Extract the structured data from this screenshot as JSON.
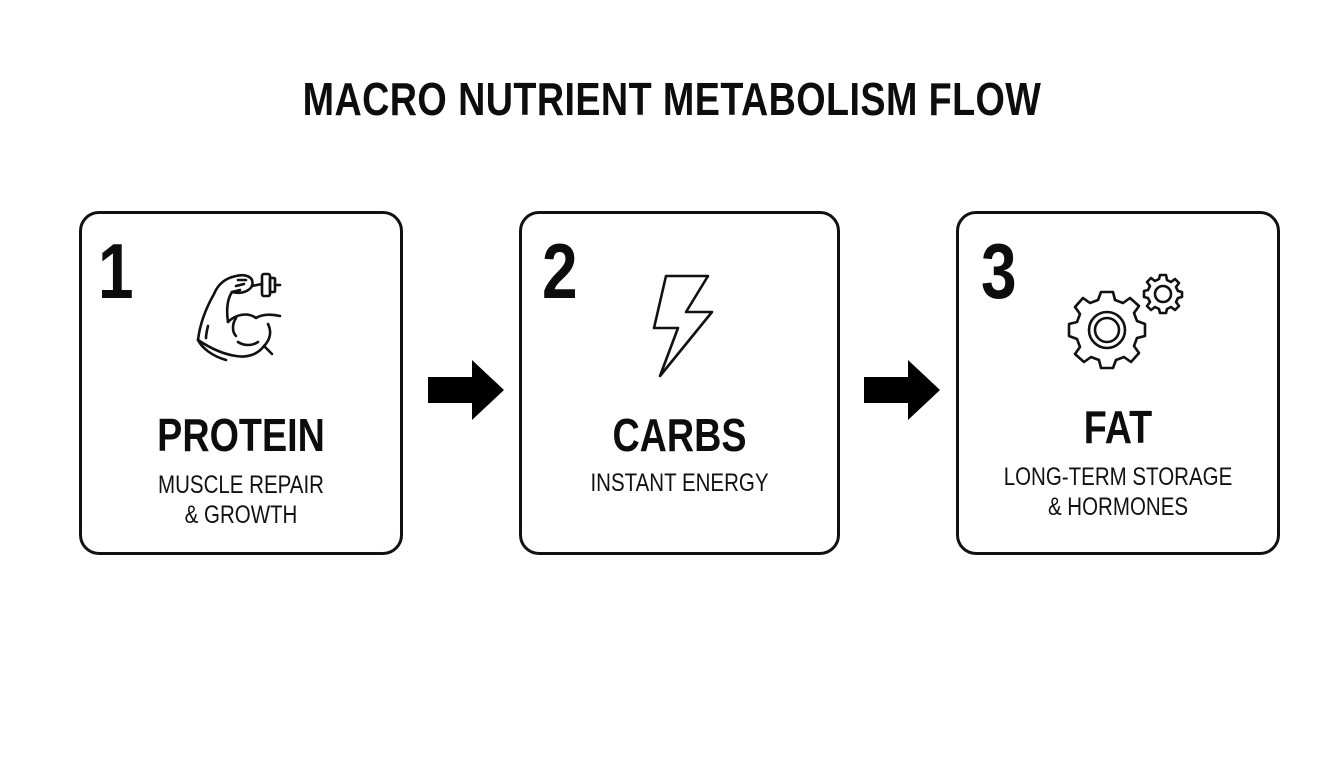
{
  "title": "MACRO NUTRIENT METABOLISM FLOW",
  "steps": [
    {
      "number": "1",
      "label": "PROTEIN",
      "desc_line1": "MUSCLE REPAIR",
      "desc_line2": "& GROWTH",
      "icon": "flexed-bicep-dumbbell-icon"
    },
    {
      "number": "2",
      "label": "CARBS",
      "desc_line1": "INSTANT ENERGY",
      "desc_line2": "",
      "icon": "lightning-bolt-icon"
    },
    {
      "number": "3",
      "label": "FAT",
      "desc_line1": "LONG-TERM STORAGE",
      "desc_line2": "& HORMONES",
      "icon": "gears-icon"
    }
  ],
  "arrows": [
    "arrow-right-icon",
    "arrow-right-icon"
  ],
  "colors": {
    "stroke": "#111111",
    "background": "#ffffff"
  }
}
